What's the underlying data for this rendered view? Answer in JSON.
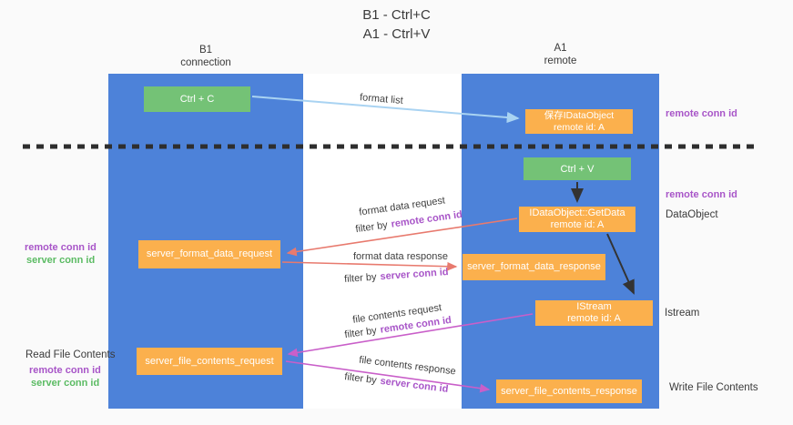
{
  "title": {
    "line1": "B1 - Ctrl+C",
    "line2": "A1 - Ctrl+V"
  },
  "lanes": {
    "left": {
      "name": "B1",
      "role": "connection"
    },
    "right": {
      "name": "A1",
      "role": "remote"
    }
  },
  "nodes": {
    "ctrl_c": "Ctrl + C",
    "ctrl_v": "Ctrl + V",
    "save_dataobject": {
      "line1": "保存IDataObject",
      "line2": "remote id: A"
    },
    "getdata": {
      "line1": "IDataObject::GetData",
      "line2": "remote id: A"
    },
    "istream": {
      "line1": "IStream",
      "line2": "remote id: A"
    },
    "format_request": "server_format_data_request",
    "format_response": "server_format_data_response",
    "file_request": "server_file_contents_request",
    "file_response": "server_file_contents_response"
  },
  "terms": {
    "filter_by": "filter by",
    "remote_conn_id": "remote conn id",
    "server_conn_id": "server conn id"
  },
  "flow_labels": {
    "format_list": "format list",
    "format_data_request": "format data request",
    "format_data_response": "format data response",
    "file_contents_request": "file contents request",
    "file_contents_response": "file contents response"
  },
  "side_labels": {
    "dataobject": "DataObject",
    "istream": "Istream",
    "read_file_contents": "Read File Contents",
    "write_file_contents": "Write File Contents"
  },
  "colors": {
    "lane_blue": "#4d82d9",
    "node_orange": "#fbb04d",
    "key_green": "#74c276",
    "arrow_lightblue": "#a9d3f2",
    "arrow_salmon": "#e87a6e",
    "arrow_magenta": "#c95fc9",
    "arrow_black": "#333333",
    "text_purple": "#a855c8",
    "text_green": "#5bbb63",
    "dashed_divider": "#2e2e2e",
    "background": "#fafafa"
  }
}
